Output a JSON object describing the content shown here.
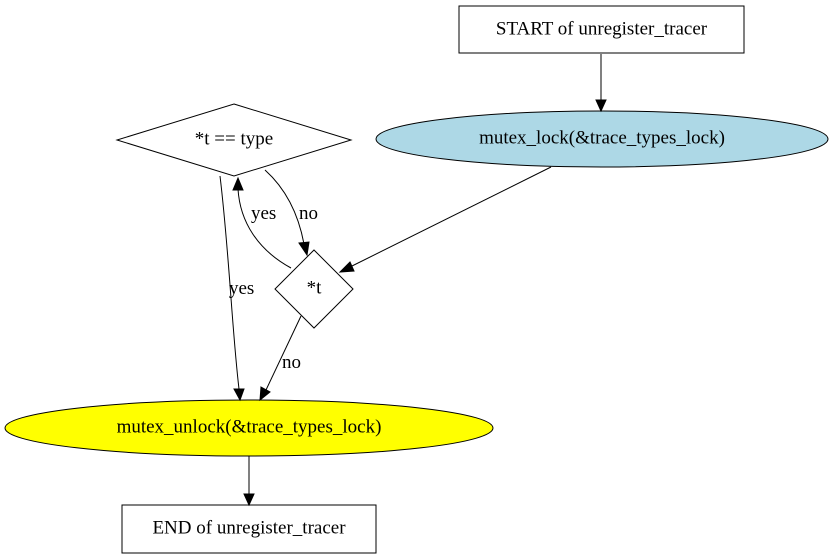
{
  "nodes": {
    "start": {
      "label": "START of unregister_tracer",
      "fill": "#ffffff"
    },
    "lock": {
      "label": "mutex_lock(&trace_types_lock)",
      "fill": "#add8e6"
    },
    "cond_type": {
      "label": "*t == type",
      "fill": "#ffffff"
    },
    "cond_t": {
      "label": "*t",
      "fill": "#ffffff"
    },
    "unlock": {
      "label": "mutex_unlock(&trace_types_lock)",
      "fill": "#ffff00"
    },
    "end": {
      "label": "END of unregister_tracer",
      "fill": "#ffffff"
    }
  },
  "edges": {
    "type_no": {
      "label": "no"
    },
    "t_yes": {
      "label": "yes"
    },
    "type_yes": {
      "label": "yes"
    },
    "t_no": {
      "label": "no"
    }
  }
}
